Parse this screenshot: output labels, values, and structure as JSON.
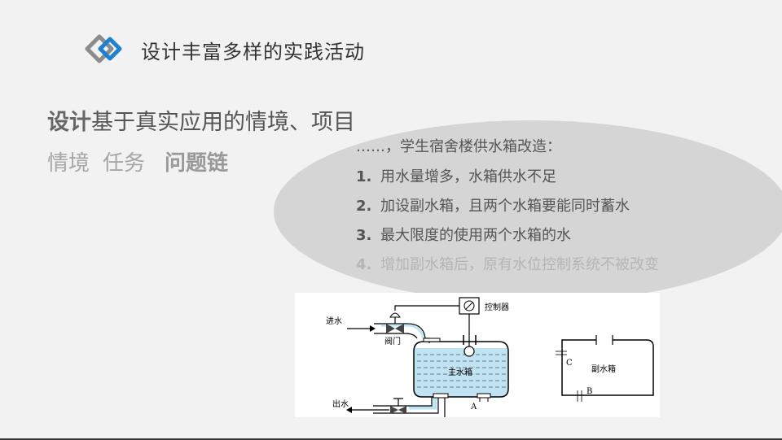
{
  "header": {
    "title": "设计丰富多样的实践活动"
  },
  "colors": {
    "logo_gray": "#8c8c8c",
    "logo_blue": "#1f7fd1",
    "bubble": "#d5d5d5",
    "water": "#bfe3f2"
  },
  "main": {
    "subtitle_bold": "设计",
    "subtitle_rest": "基于真实应用的情境、项目",
    "tags": [
      "情境",
      "任务",
      "问题链"
    ]
  },
  "bubble": {
    "intro": "……，学生宿舍楼供水箱改造：",
    "items": [
      {
        "num": "1.",
        "text": "用水量增多，水箱供水不足"
      },
      {
        "num": "2.",
        "text": "加设副水箱，且两个水箱要能同时蓄水"
      },
      {
        "num": "3.",
        "text": "最大限度的使用两个水箱的水"
      },
      {
        "num": "4.",
        "text": "增加副水箱后，原有水位控制系统不被改变"
      }
    ]
  },
  "diagram": {
    "inlet": "进水",
    "valve": "阀门",
    "controller": "控制器",
    "main_tank": "主水箱",
    "outlet": "出水",
    "point_a": "A",
    "point_b": "B",
    "point_c": "C",
    "sub_tank": "副水箱"
  }
}
